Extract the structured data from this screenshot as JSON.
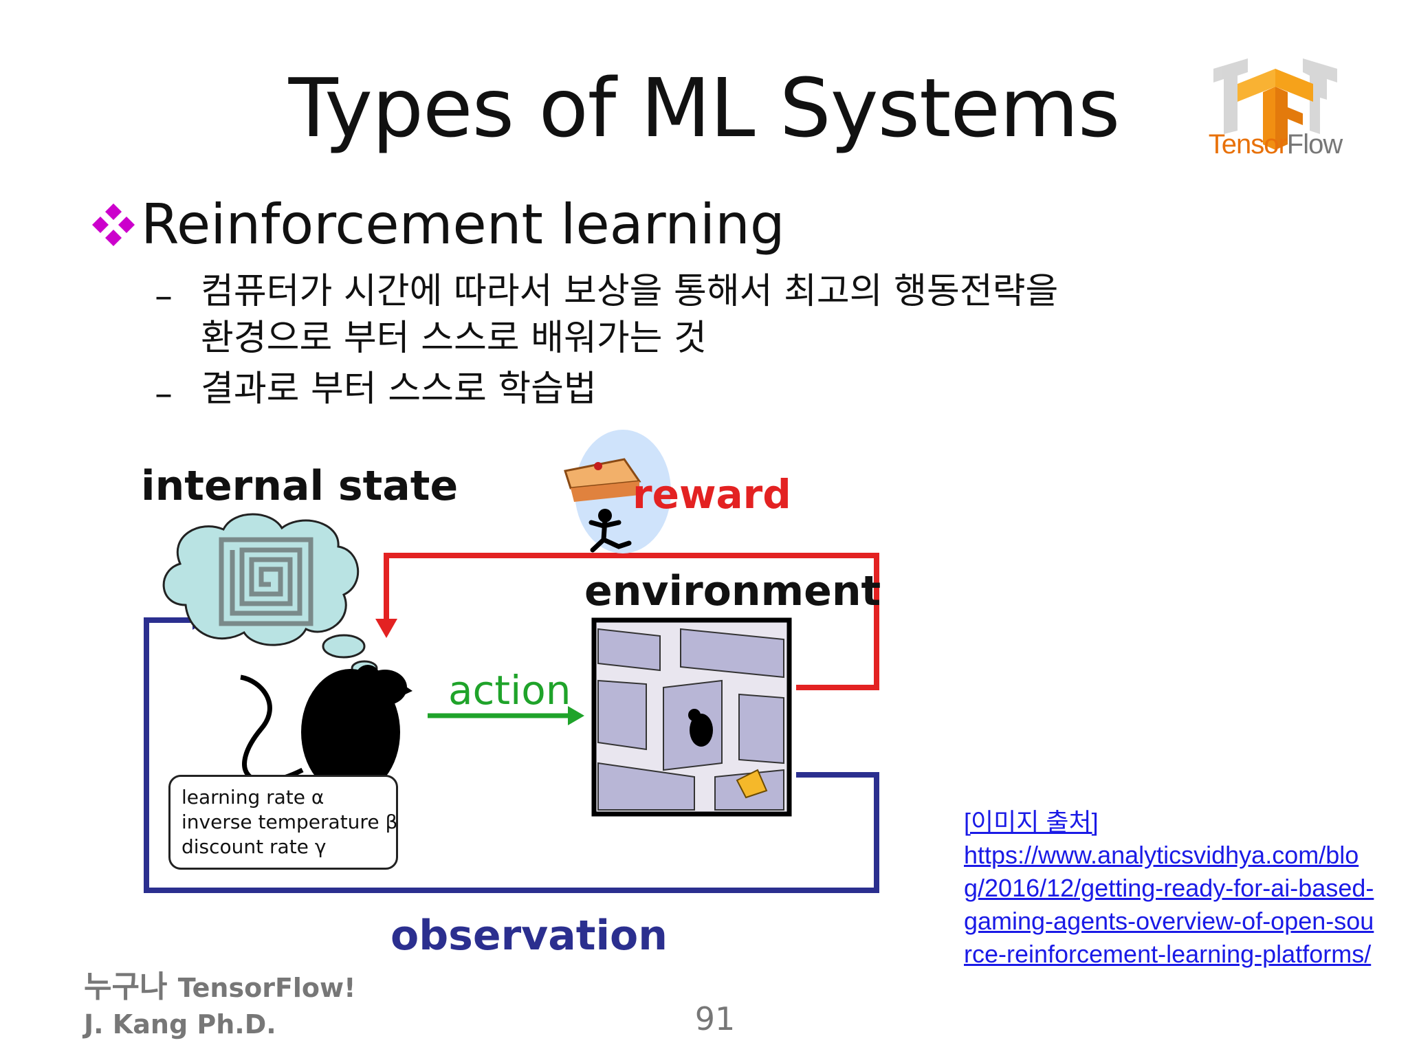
{
  "slide": {
    "title": "Types of ML Systems",
    "logo": {
      "text_tensor": "Tensor",
      "text_flow": "Flow",
      "icon": "tensorflow-logo",
      "color": "#e8710a"
    },
    "heading": {
      "bullet_icon": "four-diamond-bullet-icon",
      "bullet_color": "#cc00cc",
      "text": "Reinforcement learning"
    },
    "bullets": [
      {
        "dash": "–",
        "lines": [
          "컴퓨터가 시간에 따라서 보상을 통해서 최고의 행동전략을",
          "환경으로 부터 스스로 배워가는 것"
        ]
      },
      {
        "dash": "–",
        "lines": [
          "결과로 부터 스스로 학습법"
        ]
      }
    ]
  },
  "diagram": {
    "labels": {
      "internal_state": "internal state",
      "reward": "reward",
      "environment": "environment",
      "action": "action",
      "observation": "observation"
    },
    "parameters": [
      "learning rate α",
      "inverse temperature β",
      "discount rate γ"
    ],
    "colors": {
      "reward": "#e32222",
      "action": "#1fa32a",
      "observation": "#2b2f8f",
      "cloud": "#b9e3e3"
    },
    "icons": [
      "thought-cloud-icon",
      "maze-icon",
      "mouse-icon",
      "runner-with-pie-icon",
      "maze-environment-icon",
      "cheese-icon"
    ]
  },
  "source": {
    "label": "[이미지 출처]",
    "url": "https://www.analyticsvidhya.com/blog/2016/12/getting-ready-for-ai-based-gaming-agents-overview-of-open-source-reinforcement-learning-platforms/"
  },
  "footer": {
    "course_korean": "누구나",
    "course_tf": "TensorFlow!",
    "author": "J. Kang Ph.D.",
    "page_number": "91"
  }
}
